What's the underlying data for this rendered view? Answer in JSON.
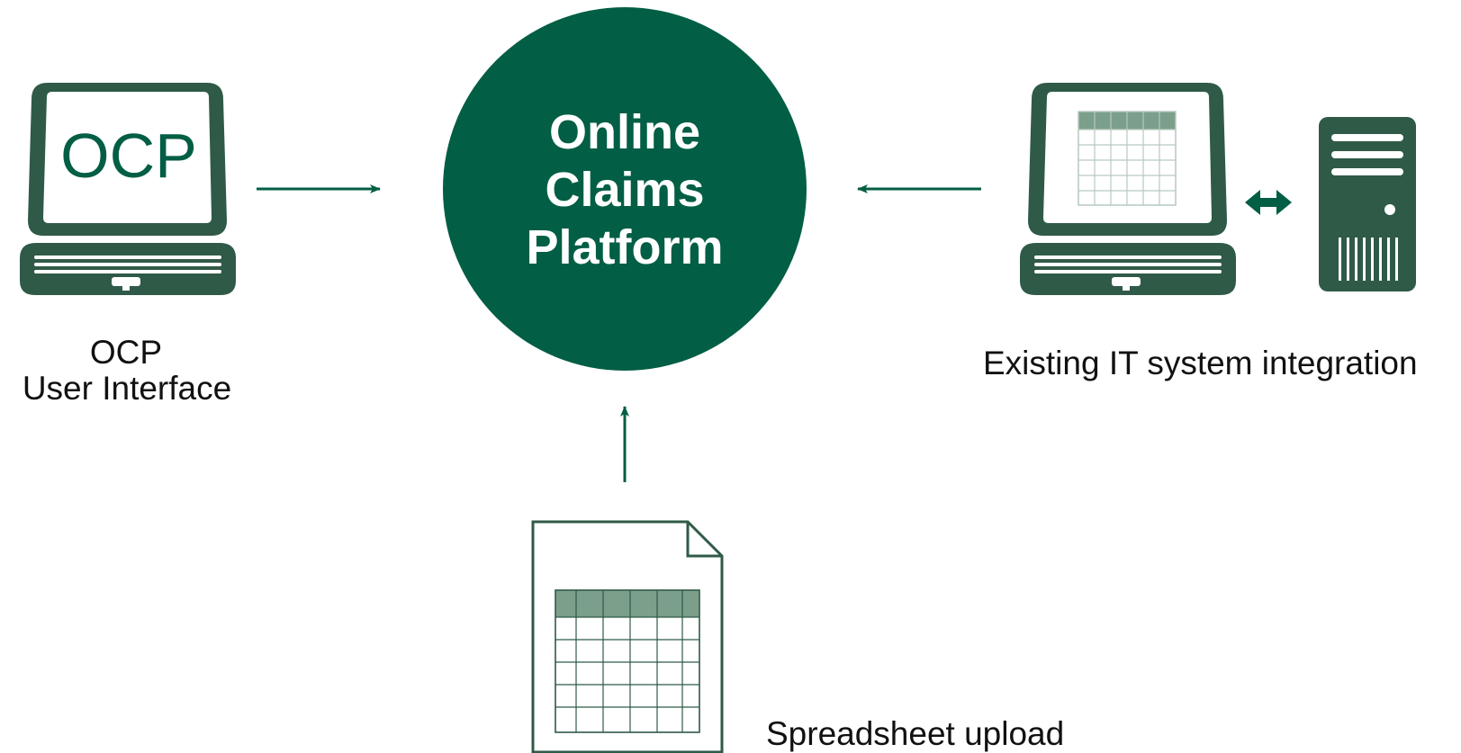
{
  "center": {
    "title_lines": [
      "Online",
      "Claims",
      "Platform"
    ]
  },
  "nodes": {
    "ocp_ui": {
      "screen_text": "OCP",
      "label_lines": [
        "OCP",
        "User Interface"
      ]
    },
    "it_integration": {
      "label": "Existing IT system integration"
    },
    "spreadsheet": {
      "label": "Spreadsheet upload"
    }
  },
  "colors": {
    "primary": "#025e44",
    "icon_dark": "#2f5a47",
    "sheet_header": "#7b9f8a",
    "grid_line": "#b7c9bf",
    "text": "#111111",
    "background": "#ffffff"
  },
  "icons": [
    "laptop-icon",
    "server-tower-icon",
    "double-arrow-icon",
    "spreadsheet-file-icon"
  ]
}
